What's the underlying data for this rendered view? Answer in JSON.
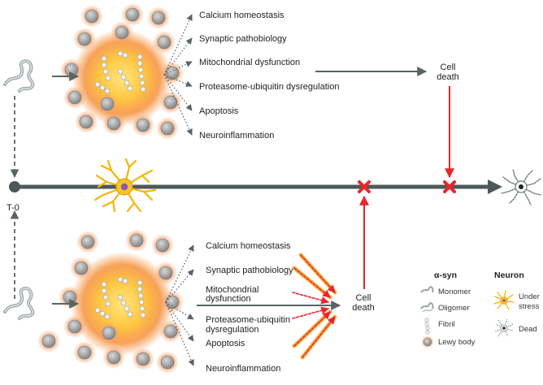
{
  "top_path": {
    "processes": [
      "Calcium homeostasis",
      "Synaptic pathobiology",
      "Mitochondrial dysfunction",
      "Proteasome-ubiquitin dysregulation",
      "Apoptosis",
      "Neuroinflammation"
    ],
    "outcome_line1": "Cell",
    "outcome_line2": "death"
  },
  "bottom_path": {
    "processes": [
      [
        "Calcium homeostasis"
      ],
      [
        "Synaptic pathobiology"
      ],
      [
        "Mitochondrial",
        "dysfunction"
      ],
      [
        "Proteasome-ubiquitin",
        "dysregulation"
      ],
      [
        "Apoptosis"
      ],
      [
        "Neuroinflammation"
      ]
    ],
    "outcome_line1": "Cell",
    "outcome_line2": "death"
  },
  "timeline": {
    "start_label": "T-0"
  },
  "legend": {
    "asyn_title": "α-syn",
    "asyn_items": [
      "Monomer",
      "Oligomer",
      "Fibril",
      "Lewy body"
    ],
    "neuron_title": "Neuron",
    "neuron_under_line1": "Under",
    "neuron_under_line2": "stress",
    "neuron_dead": "Dead"
  },
  "colors": {
    "arrow": "#5a6466",
    "timeline": "#4f5859",
    "red": "#e8262b",
    "neuron_yellow": "#f2b705",
    "neuron_body": "#8a5aa8",
    "dead_neuron": "#707a7a",
    "lewy_body": "#9a9a9a",
    "glow_orange": "#f07a2a",
    "glow_yellow": "#ffd23c"
  }
}
